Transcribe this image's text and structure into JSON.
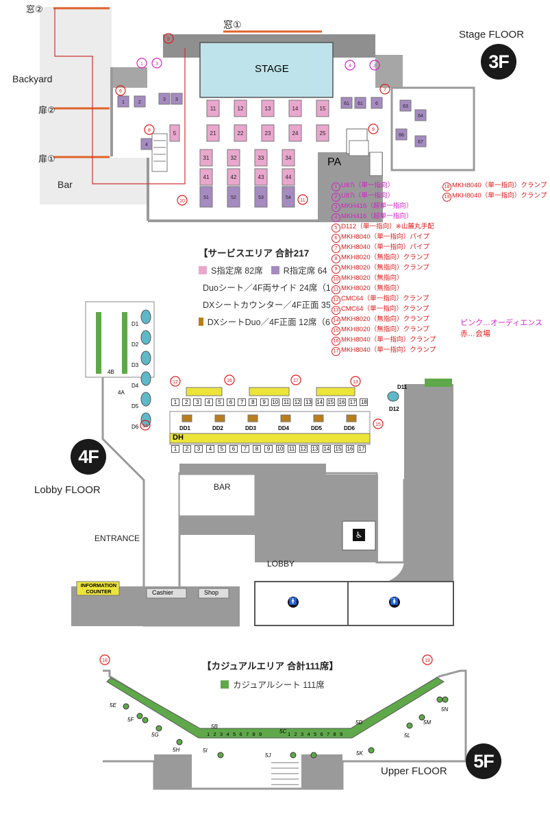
{
  "colors": {
    "s_seat": "#e9a7cd",
    "r_seat": "#a58bc0",
    "duo": "#5fb8c8",
    "dx_counter": "#ede43a",
    "dx_duo": "#b87d1c",
    "casual": "#5fa84a",
    "wall": "#9a9a9a",
    "stage": "#bfe3ea",
    "mic_red": "#e01818",
    "mic_pink": "#d61fc8"
  },
  "floor3": {
    "title": "Stage FLOOR",
    "badge": "3F",
    "stage": "STAGE",
    "pa": "PA",
    "bar": "Bar",
    "backyard": "Backyard",
    "window1": "窓①",
    "window2": "窓②",
    "door1": "扉①",
    "door2": "扉②",
    "s_tables": [
      "11",
      "12",
      "13",
      "14",
      "15",
      "21",
      "22",
      "23",
      "24",
      "25",
      "31",
      "32",
      "33",
      "34",
      "41",
      "42",
      "43",
      "44",
      "5"
    ],
    "r_tables": [
      "51",
      "52",
      "53",
      "54",
      "61",
      "61",
      "6",
      "3",
      "3",
      "2",
      "1",
      "4",
      "64",
      "63",
      "66",
      "67"
    ]
  },
  "mic_notes": {
    "left": [
      {
        "n": "1",
        "text": "U87i（単一指向）",
        "pink": true
      },
      {
        "n": "2",
        "text": "U87i（単一指向）",
        "pink": true
      },
      {
        "n": "3",
        "text": "MKH416（超単一指向）",
        "pink": true
      },
      {
        "n": "4",
        "text": "MKH416（超単一指向）",
        "pink": true
      },
      {
        "n": "5",
        "text": "D112（単一指向）※山麓丸手配",
        "pink": false
      },
      {
        "n": "6",
        "text": "MKH8040（単一指向）パイプ",
        "pink": false
      },
      {
        "n": "7",
        "text": "MKH8040（単一指向）パイプ",
        "pink": false
      },
      {
        "n": "8",
        "text": "MKH8020（無指向）クランプ",
        "pink": false
      },
      {
        "n": "9",
        "text": "MKH8020（無指向）クランプ",
        "pink": false
      },
      {
        "n": "10",
        "text": "MKH8020（無指向）",
        "pink": false
      },
      {
        "n": "11",
        "text": "MKH8020（無指向）",
        "pink": false
      },
      {
        "n": "12",
        "text": "CMC64（単一指向）クランプ",
        "pink": false
      },
      {
        "n": "13",
        "text": "CMC64（単一指向）クランプ",
        "pink": false
      },
      {
        "n": "14",
        "text": "MKH8020（無指向）クランプ",
        "pink": false
      },
      {
        "n": "15",
        "text": "MKH8020（無指向）クランプ",
        "pink": false
      },
      {
        "n": "16",
        "text": "MKH8040（単一指向）クランプ",
        "pink": false
      },
      {
        "n": "17",
        "text": "MKH8040（単一指向）クランプ",
        "pink": false
      }
    ],
    "right": [
      {
        "n": "18",
        "text": "MKH8040（単一指向）クランプ"
      },
      {
        "n": "19",
        "text": "MKH8040（単一指向）クランプ"
      }
    ],
    "key_pink": "ピンク…オーディエンス",
    "key_red": "赤…会場"
  },
  "service_legend": {
    "title": "【サービスエリア 合計217",
    "s": "S指定席 82席",
    "r": "R指定席 64",
    "duo": "Duoシート／4F両サイド 24席（1",
    "dxc": "DXシートカウンター／4F正面 35",
    "dxd": "DXシートDuo／4F正面 12席（6"
  },
  "floor4": {
    "title": "Lobby FLOOR",
    "badge": "4F",
    "bar": "BAR",
    "entrance": "ENTRANCE",
    "lobby": "LOBBY",
    "info": "INFORMATION COUNTER",
    "cashier": "Cashier",
    "shop": "Shop",
    "dh": "DH",
    "dd": [
      "DD1",
      "DD2",
      "DD3",
      "DD4",
      "DD5",
      "DD6"
    ],
    "d_left": [
      "D1",
      "D2",
      "D3",
      "D4",
      "D5",
      "D6"
    ],
    "d_right": [
      "D11",
      "D12"
    ],
    "seats": [
      "1",
      "2",
      "3",
      "4",
      "5",
      "6",
      "7",
      "8",
      "9",
      "10",
      "11",
      "12",
      "13",
      "14",
      "15",
      "16",
      "17",
      "18"
    ],
    "dh_seats": [
      "1",
      "2",
      "3",
      "4",
      "5",
      "6",
      "7",
      "8",
      "9",
      "10",
      "11",
      "12",
      "13",
      "14",
      "15",
      "16",
      "17"
    ],
    "box4b": "4B",
    "box4a": "4A"
  },
  "floor5": {
    "title": "Upper FLOOR",
    "badge": "5F",
    "legend_title": "【カジュアルエリア 合計111席】",
    "legend_item": "カジュアルシート 111席",
    "sections": [
      "5E",
      "5F",
      "5G",
      "5H",
      "5I",
      "5B",
      "5J",
      "5C",
      "5K",
      "5D",
      "5L",
      "5M",
      "5N"
    ],
    "row_numbers": [
      "1",
      "2",
      "3",
      "4",
      "5",
      "6",
      "7",
      "8",
      "9"
    ]
  }
}
